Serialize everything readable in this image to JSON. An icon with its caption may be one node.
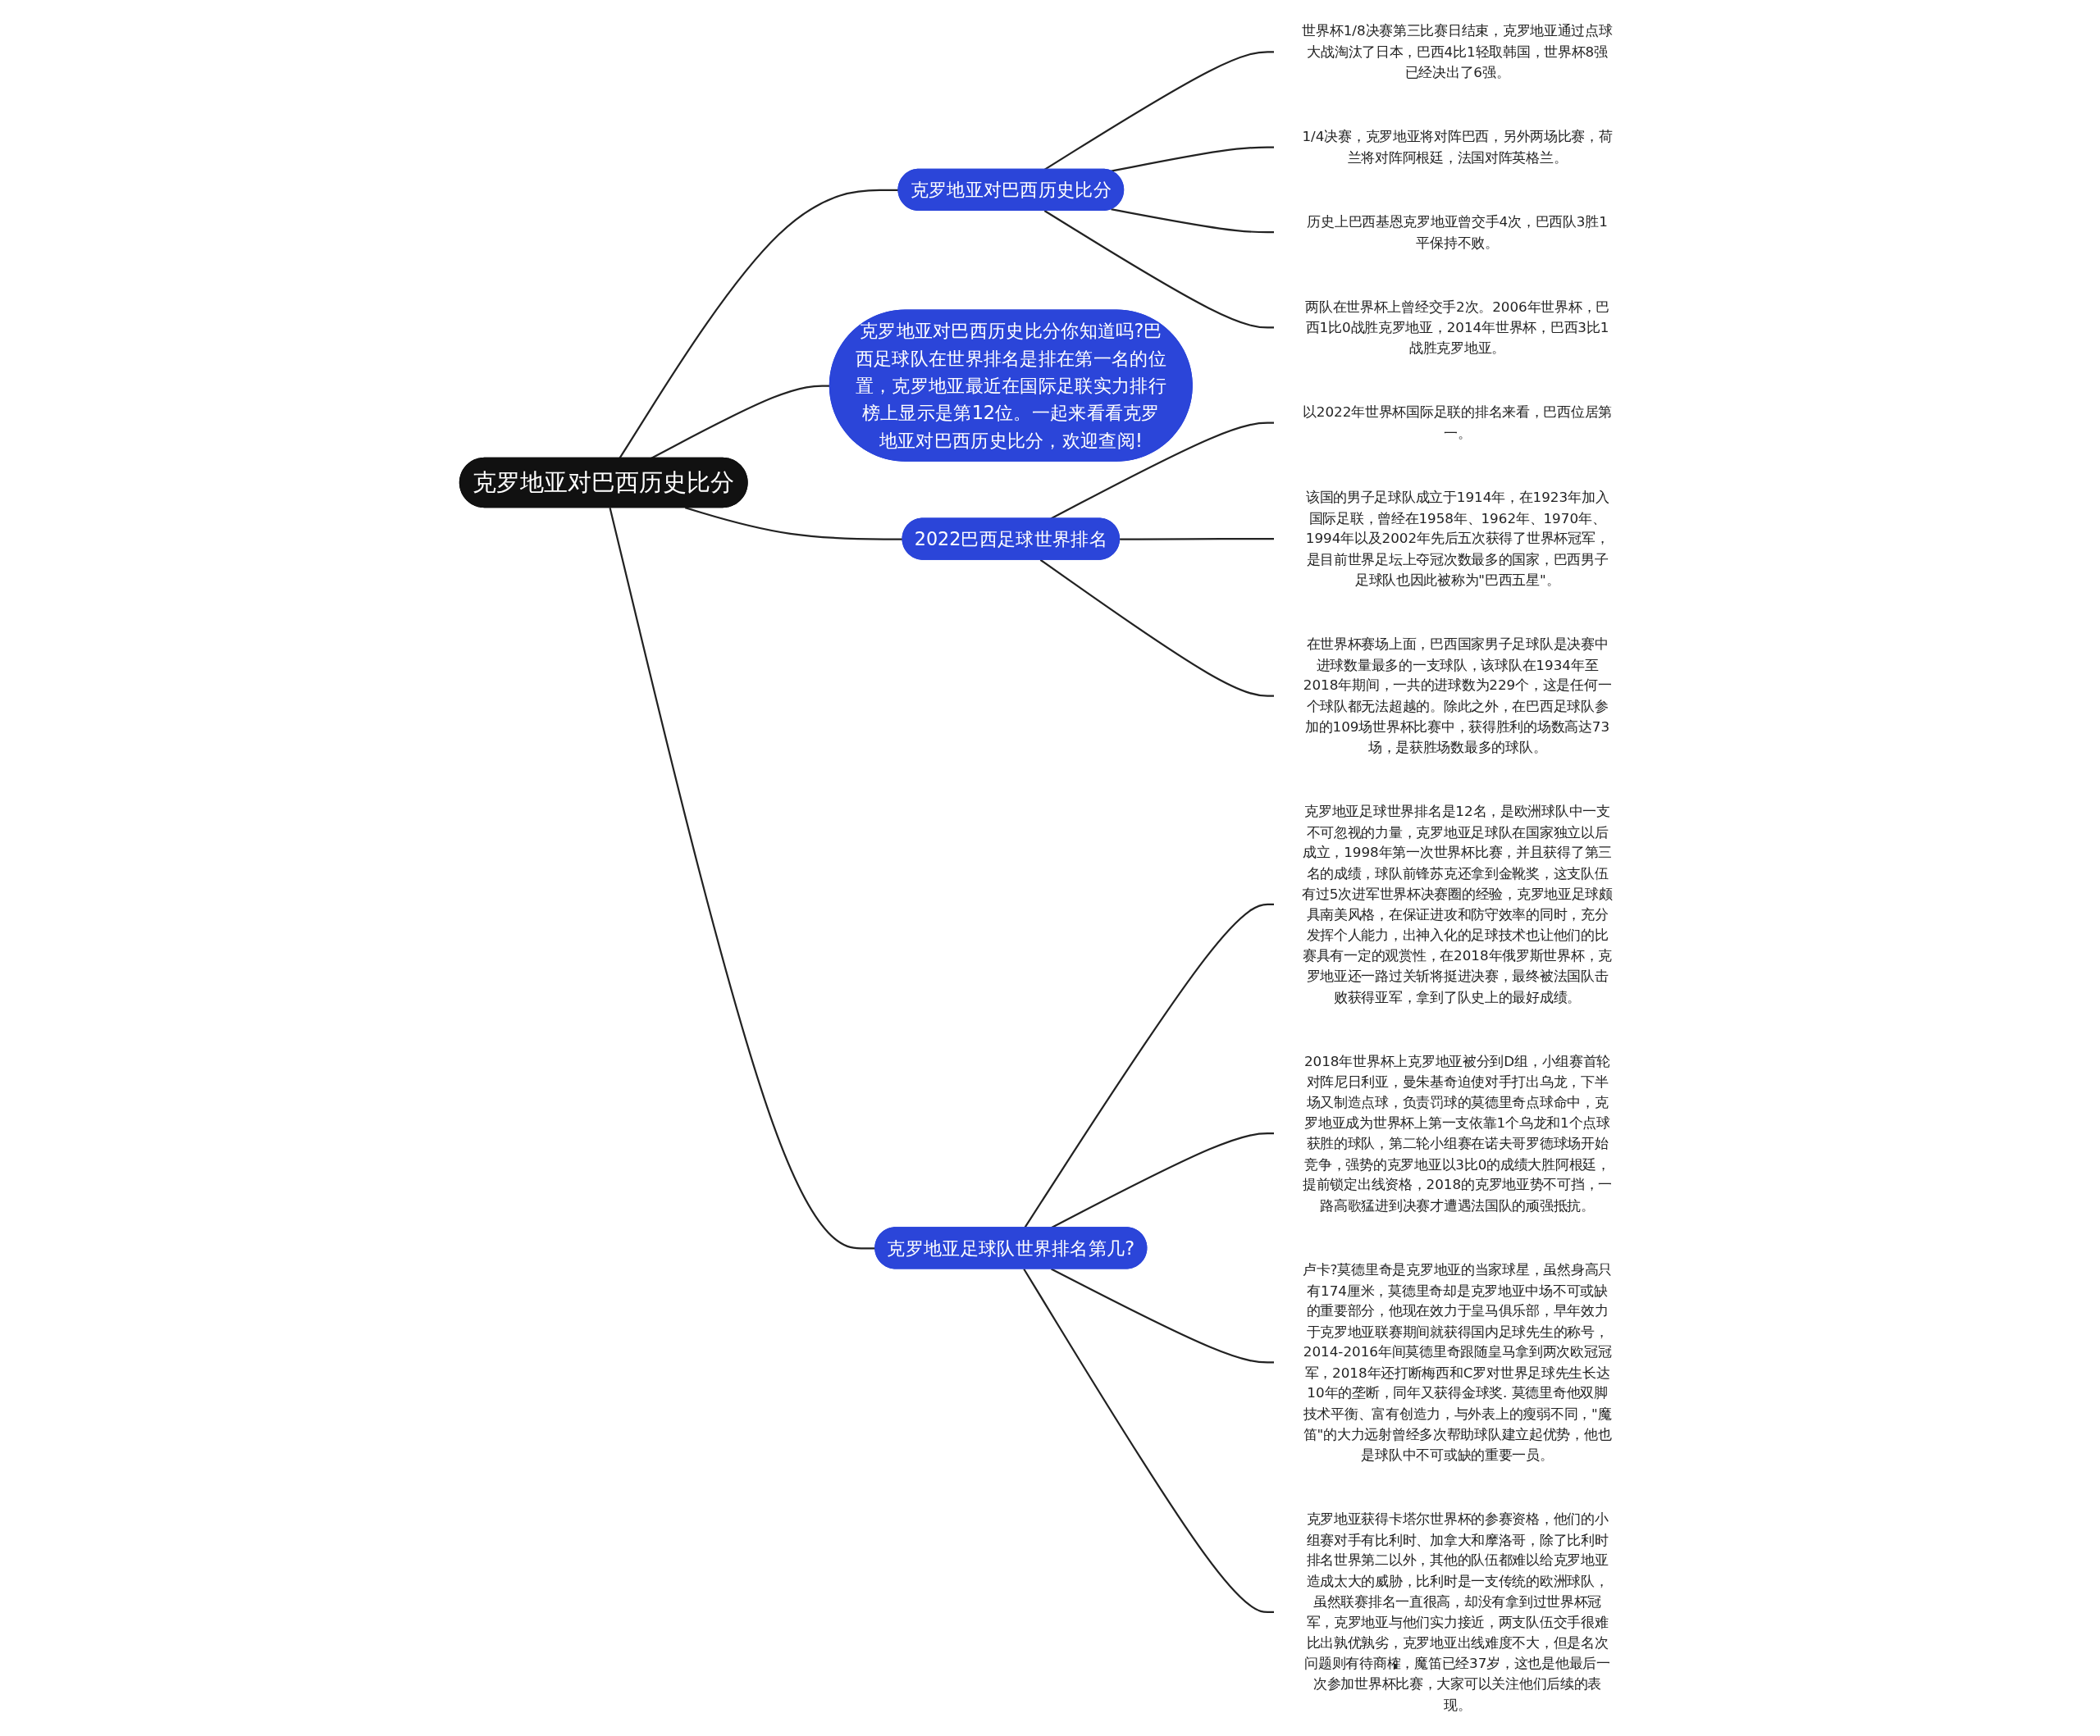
{
  "diagram": {
    "nodes": [
      {
        "text": [
          "克罗地亚对巴西历史比分"
        ]
      },
      {
        "text": [
          "克罗地亚对巴西历史比分"
        ]
      },
      {
        "text": [
          "世界杯1/8决赛第三比赛日结束，克罗地亚通过点球大战淘汰了日本，巴西4比1轻取韩国，世界杯8强已经决出了6强。"
        ]
      },
      {
        "text": [
          "1/4决赛，克罗地亚将对阵巴西，另外两场比赛，荷兰将对阵阿根廷，法国对阵英格兰。"
        ]
      },
      {
        "text": [
          "历史上巴西基恩克罗地亚曾交手4次，巴西队3胜1平保持不败。"
        ]
      },
      {
        "text": [
          "两队在世界杯上曾经交手2次。2006年世界杯，巴西1比0战胜克罗地亚，2014年世界杯，巴西3比1战胜克罗地亚。"
        ]
      },
      {
        "text": [
          "克罗地亚对巴西历史比分你知道吗?巴西足球队在世界排名是排在第一名的位置，克罗地亚最近在国际足联实力排行榜上显示是第12位。一起来看看克罗地亚对巴西历史比分，欢迎查阅!"
        ]
      },
      {
        "text": [
          "2022巴西足球世界排名"
        ]
      },
      {
        "text": [
          "以2022年世界杯国际足联的排名来看，巴西位居第一。"
        ]
      },
      {
        "text": [
          "该国的男子足球队成立于1914年，在1923年加入国际足联，曾经在1958年、1962年、1970年、1994年以及2002年先后五次获得了世界杯冠军，是目前世界足坛上夺冠次数最多的国家，巴西男子足球队也因此被称为\"巴西五星\"。"
        ]
      },
      {
        "text": [
          "在世界杯赛场上面，巴西国家男子足球队是决赛中进球数量最多的一支球队，该球队在1934年至2018年期间，一共的进球数为229个，这是任何一个球队都无法超越的。除此之外，在巴西足球队参加的109场世界杯比赛中，获得胜利的场数高达73场，是获胜场数最多的球队。"
        ]
      },
      {
        "text": [
          "克罗地亚足球队世界排名第几?"
        ]
      },
      {
        "text": [
          "克罗地亚足球世界排名是12名，是欧洲球队中一支不可忽视的力量，克罗地亚足球队在国家独立以后成立，1998年第一次世界杯比赛，并且获得了第三名的成绩，球队前锋苏克还拿到金靴奖，这支队伍有过5次进军世界杯决赛圈的经验，克罗地亚足球颇具南美风格，在保证进攻和防守效率的同时，充分发挥个人能力，出神入化的足球技术也让他们的比赛具有一定的观赏性，在2018年俄罗斯世界杯，克罗地亚还一路过关斩将挺进决赛，最终被法国队击败获得亚军，拿到了队史上的最好成绩。"
        ]
      },
      {
        "text": [
          "2018年世界杯上克罗地亚被分到D组，小组赛首轮对阵尼日利亚，曼朱基奇迫使对手打出乌龙，下半场又制造点球，负责罚球的莫德里奇点球命中，克罗地亚成为世界杯上第一支依靠1个乌龙和1个点球获胜的球队，第二轮小组赛在诺夫哥罗德球场开始竞争，强势的克罗地亚以3比0的成绩大胜阿根廷，提前锁定出线资格，2018的克罗地亚势不可挡，一路高歌猛进到决赛才遭遇法国队的顽强抵抗。"
        ]
      },
      {
        "text": [
          "卢卡?莫德里奇是克罗地亚的当家球星，虽然身高只有174厘米，莫德里奇却是克罗地亚中场不可或缺的重要部分，他现在效力于皇马俱乐部，早年效力于克罗地亚联赛期间就获得国内足球先生的称号，2014-2016年间莫德里奇跟随皇马拿到两次欧冠冠军，2018年还打断梅西和C罗对世界足球先生长达10年的垄断，同年又获得金球奖. 莫德里奇他双脚技术平衡、富有创造力，与外表上的瘦弱不同，\"魔笛\"的大力远射曾经多次帮助球队建立起优势，他也是球队中不可或缺的重要一员。"
        ]
      },
      {
        "text": [
          "克罗地亚获得卡塔尔世界杯的参赛资格，他们的小组赛对手有比利时、加拿大和摩洛哥，除了比利时排名世界第二以外，其他的队伍都难以给克罗地亚造成太大的威胁，比利时是一支传统的欧洲球队，虽然联赛排名一直很高，却没有拿到过世界杯冠军，克罗地亚与他们实力接近，两支队伍交手很难比出孰优孰劣，克罗地亚出线难度不大，但是名次问题则有待商榷，魔笛已经37岁，这也是他最后一次参加世界杯比赛，大家可以关注他们后续的表现。"
        ]
      }
    ],
    "edges": [
      {
        "from": 0,
        "to": 1,
        "arrow": "none"
      },
      {
        "from": 1,
        "to": 2,
        "arrow": "none"
      },
      {
        "from": 1,
        "to": 3,
        "arrow": "none"
      },
      {
        "from": 1,
        "to": 4,
        "arrow": "none"
      },
      {
        "from": 1,
        "to": 5,
        "arrow": "none"
      },
      {
        "from": 0,
        "to": 6,
        "arrow": "none"
      },
      {
        "from": 0,
        "to": 7,
        "arrow": "none"
      },
      {
        "from": 7,
        "to": 8,
        "arrow": "none"
      },
      {
        "from": 7,
        "to": 9,
        "arrow": "none"
      },
      {
        "from": 7,
        "to": 10,
        "arrow": "none"
      },
      {
        "from": 0,
        "to": 11,
        "arrow": "none"
      },
      {
        "from": 11,
        "to": 12,
        "arrow": "none"
      },
      {
        "from": 11,
        "to": 13,
        "arrow": "none"
      },
      {
        "from": 11,
        "to": 14,
        "arrow": "none"
      },
      {
        "from": 11,
        "to": 15,
        "arrow": "none"
      }
    ]
  }
}
